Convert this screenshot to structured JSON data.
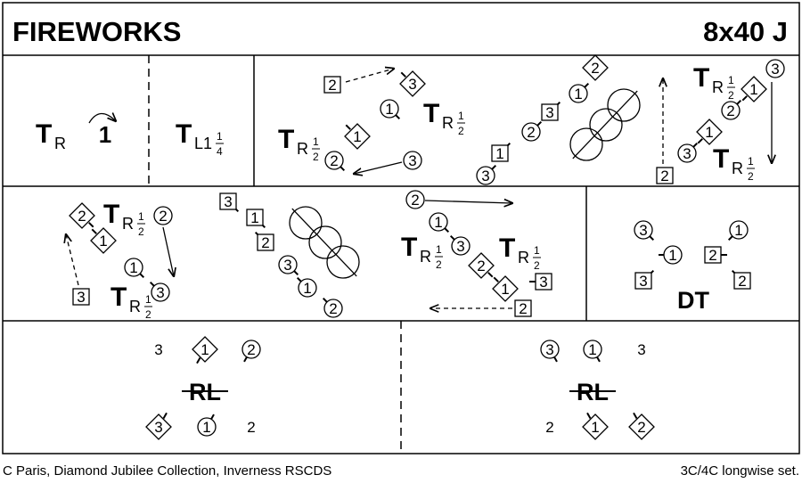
{
  "header": {
    "title": "FIREWORKS",
    "code": "8x40 J"
  },
  "footer": {
    "credit": "C Paris, Diamond Jubilee Collection, Inverness RSCDS",
    "set": "3C/4C longwise set."
  },
  "turns": {
    "tr": {
      "main": "T",
      "sub": "R"
    },
    "tr_count": "1",
    "tl": {
      "main": "T",
      "sub": "L1",
      "num": "1",
      "den": "4"
    },
    "trh": {
      "main": "T",
      "sub": "R",
      "num": "1",
      "den": "2"
    },
    "dt": "DT",
    "rl": "RL"
  },
  "figures": {
    "b2": [
      "2",
      "3",
      "1",
      "1",
      "2",
      "3",
      "3",
      "1",
      "2",
      "3",
      "1",
      "2",
      "2",
      "3",
      "1",
      "2",
      "1",
      "3"
    ],
    "b3": [
      "2",
      "1",
      "2",
      "3",
      "1",
      "3",
      "3",
      "1",
      "2",
      "3",
      "1",
      "2",
      "2",
      "1",
      "3",
      "2",
      "1",
      "3",
      "2"
    ],
    "b4": [
      "3",
      "1",
      "3",
      "2",
      "1",
      "2"
    ],
    "b5": [
      "3",
      "1",
      "2",
      "3",
      "1",
      "2"
    ],
    "b6": [
      "3",
      "1",
      "3",
      "2",
      "1",
      "2"
    ]
  },
  "colors": {
    "ink": "#000000",
    "background": "#ffffff"
  }
}
